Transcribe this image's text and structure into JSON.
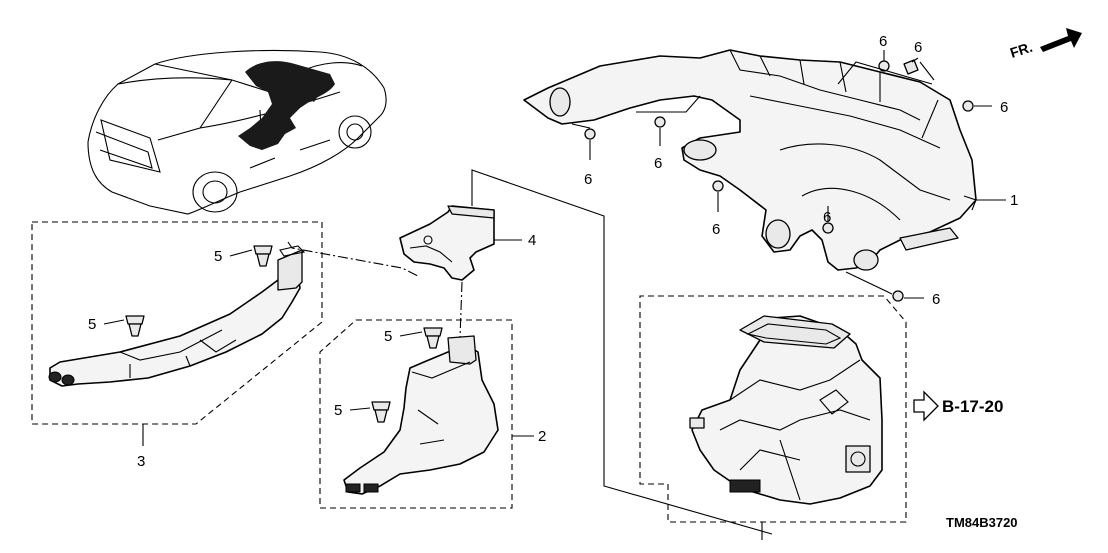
{
  "diagram": {
    "orientation_label": "FR.",
    "reference_label": "B-17-20",
    "diagram_code": "TM84B3720",
    "callouts": {
      "p1": "1",
      "p2": "2",
      "p3": "3",
      "p4": "4",
      "p5": "5",
      "p6": "6"
    }
  }
}
